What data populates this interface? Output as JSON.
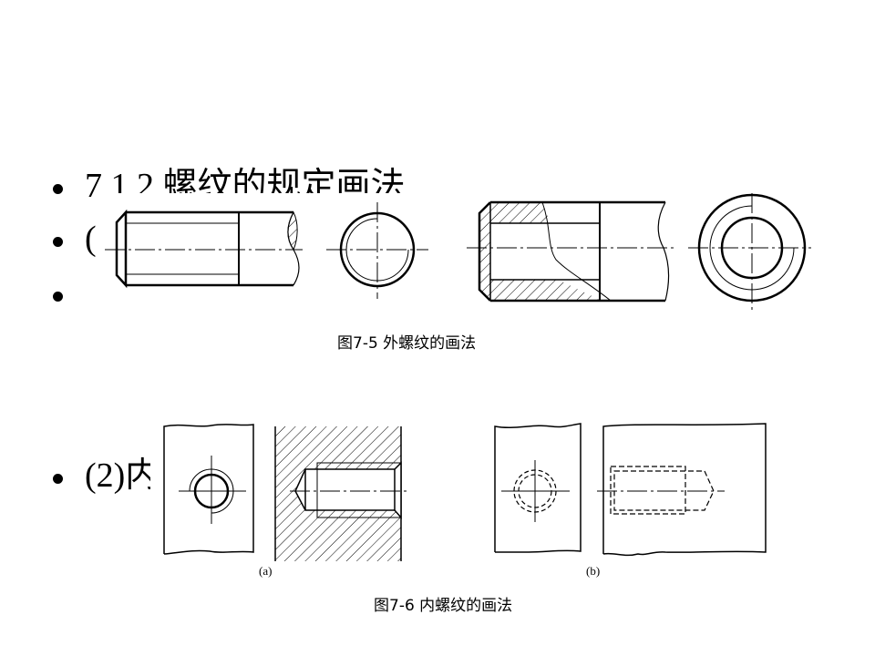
{
  "bullets": [
    {
      "text": "7.1.2  螺纹的规定画法"
    },
    {
      "text": "("
    },
    {
      "text": ""
    },
    {
      "text": "(2)内"
    }
  ],
  "figures": {
    "fig_7_5": {
      "caption": "图7-5  外螺纹的画法"
    },
    "fig_7_6": {
      "caption": "图7-6  内螺纹的画法",
      "sub_a": "(a)",
      "sub_b": "(b)"
    }
  }
}
